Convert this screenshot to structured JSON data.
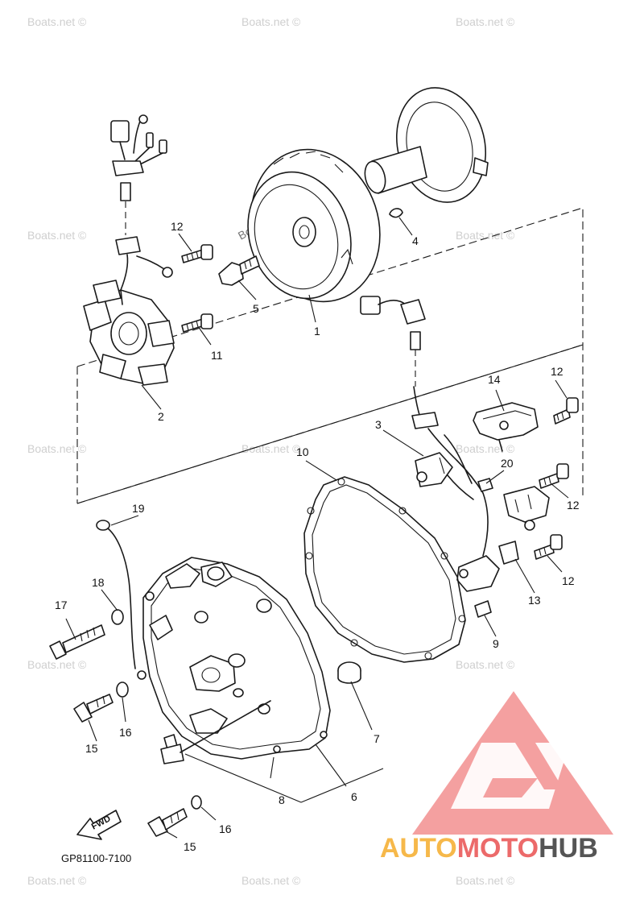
{
  "watermark": {
    "text": "Boats.net ©"
  },
  "watermark_inline": {
    "text": "Boats.net"
  },
  "callouts": [
    {
      "id": "callout-1",
      "label": "1"
    },
    {
      "id": "callout-2",
      "label": "2"
    },
    {
      "id": "callout-3",
      "label": "3"
    },
    {
      "id": "callout-4",
      "label": "4"
    },
    {
      "id": "callout-5",
      "label": "5"
    },
    {
      "id": "callout-6",
      "label": "6"
    },
    {
      "id": "callout-7",
      "label": "7"
    },
    {
      "id": "callout-8",
      "label": "8"
    },
    {
      "id": "callout-9",
      "label": "9"
    },
    {
      "id": "callout-10",
      "label": "10"
    },
    {
      "id": "callout-11",
      "label": "11"
    },
    {
      "id": "callout-12a",
      "label": "12"
    },
    {
      "id": "callout-12b",
      "label": "12"
    },
    {
      "id": "callout-12c",
      "label": "12"
    },
    {
      "id": "callout-12d",
      "label": "12"
    },
    {
      "id": "callout-13",
      "label": "13"
    },
    {
      "id": "callout-14",
      "label": "14"
    },
    {
      "id": "callout-15a",
      "label": "15"
    },
    {
      "id": "callout-15b",
      "label": "15"
    },
    {
      "id": "callout-16a",
      "label": "16"
    },
    {
      "id": "callout-16b",
      "label": "16"
    },
    {
      "id": "callout-17",
      "label": "17"
    },
    {
      "id": "callout-18",
      "label": "18"
    },
    {
      "id": "callout-19",
      "label": "19"
    },
    {
      "id": "callout-20",
      "label": "20"
    }
  ],
  "fwd_arrow": {
    "label": "FWD"
  },
  "diagram_code": "GP81100-7100",
  "brand": {
    "part1": "AUTO",
    "part2": "MOTO",
    "part3": "HUB",
    "color_auto": "#f6b84a",
    "color_moto": "#ec6a6a",
    "color_hub": "#555555"
  }
}
